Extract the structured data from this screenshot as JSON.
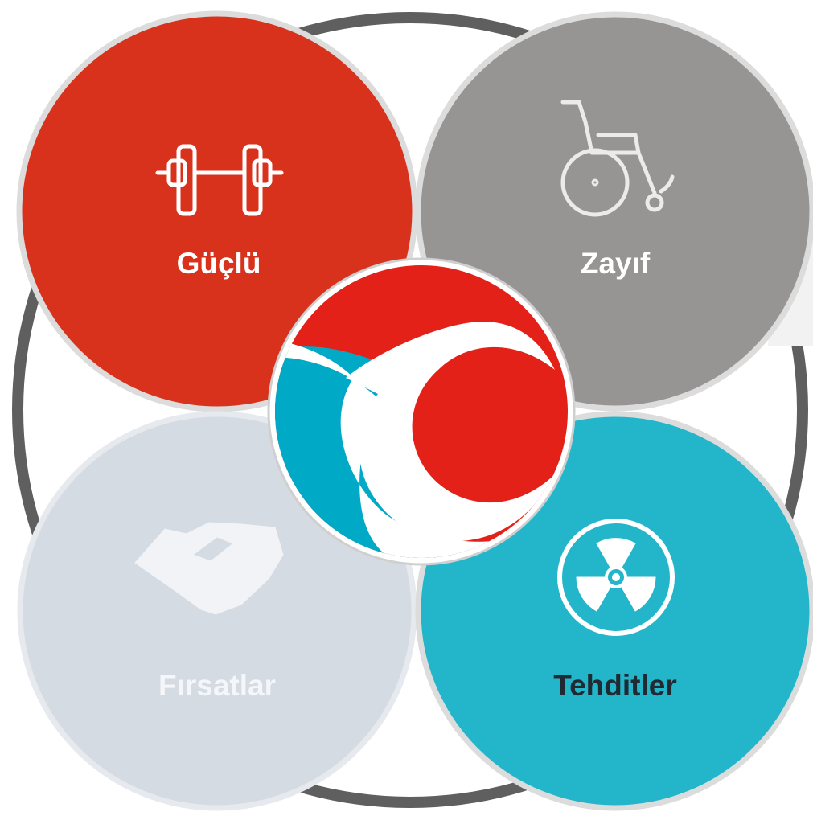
{
  "diagram": {
    "quadrants": [
      {
        "label": "Güçlü",
        "icon": "dumbbell-icon",
        "color": "#d9321c",
        "text_color": "#ffffff",
        "icon_color": "#ffffff"
      },
      {
        "label": "Zayıf",
        "icon": "wheelchair-icon",
        "color": "#979594",
        "text_color": "#ffffff",
        "icon_color": "#eceaea"
      },
      {
        "label": "Fırsatlar",
        "icon": "handshake-icon",
        "color": "#d5dbe3",
        "text_color": "#f4f6f9",
        "icon_color": "#f1f3f6"
      },
      {
        "label": "Tehditler",
        "icon": "radiation-icon",
        "color": "#23b6ca",
        "text_color": "#1f2a33",
        "icon_color": "#ffffff"
      }
    ],
    "ring_color": "#5f5f5f",
    "center_logo": {
      "icon": "airline-logo-icon",
      "red": "#e32119",
      "blue": "#00a9c6"
    }
  }
}
